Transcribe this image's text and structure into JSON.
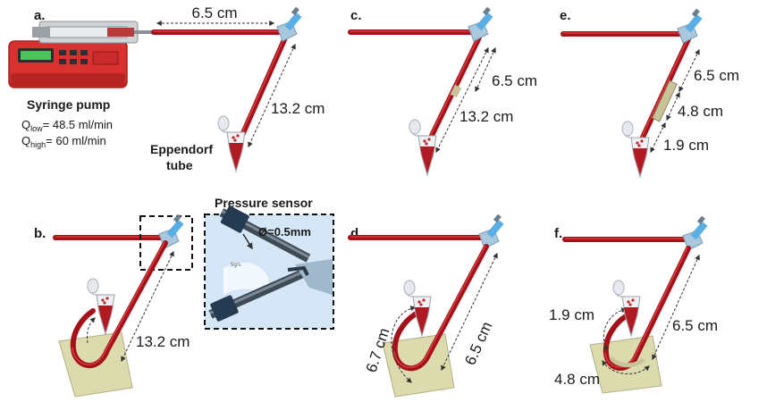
{
  "figure": {
    "panels": [
      {
        "id": "a",
        "label": "a."
      },
      {
        "id": "b",
        "label": "b."
      },
      {
        "id": "c",
        "label": "c."
      },
      {
        "id": "d",
        "label": "d."
      },
      {
        "id": "e",
        "label": "e."
      },
      {
        "id": "f",
        "label": "f."
      }
    ],
    "pump": {
      "title": "Syringe pump",
      "q_low_prefix": "Q",
      "q_low_sub": "low",
      "q_low_value": "= 48.5 ml/min",
      "q_high_prefix": "Q",
      "q_high_sub": "high",
      "q_high_value": "= 60 ml/min"
    },
    "eppendorf_line1": "Eppendorf",
    "eppendorf_line2": "tube",
    "sensor_title": "Pressure sensor",
    "sensor_diameter": "Ø=0.5mm",
    "sensor_mini_label": "5g/s",
    "measurements": {
      "a_horizontal": "6.5 cm",
      "a_diagonal": "13.2 cm",
      "b_diagonal": "13.2 cm",
      "c_upper": "6.5 cm",
      "c_lower": "13.2 cm",
      "d_left": "6.7 cm",
      "d_right": "6.5 cm",
      "e_upper": "6.5 cm",
      "e_middle": "4.8 cm",
      "e_lower": "1.9 cm",
      "f_left": "1.9 cm",
      "f_right": "6.5 cm",
      "f_bottom": "4.8 cm"
    },
    "colors": {
      "tube": "#a3121a",
      "tube_highlight": "#d83b3b",
      "pump_body": "#d93030",
      "connector": "#a9c7dd",
      "needle": "#5aaee6",
      "model": "#d9d8a5",
      "sensor_bg": "#d5e7f6"
    }
  }
}
